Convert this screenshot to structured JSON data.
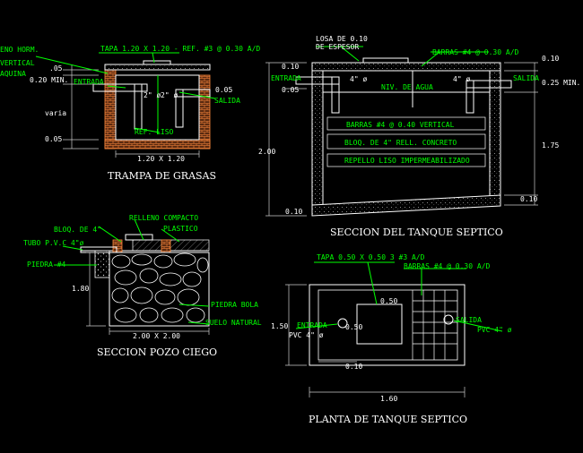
{
  "trampa": {
    "title": "TRAMPA DE GRASAS",
    "tapa": "TAPA 1.20 X 1.20 - REF. #3 @ 0.30 A/D",
    "relleno_1": "ENO HORM.",
    "relleno_2": "VERTICAL",
    "relleno_3": "AQUINA",
    "entrada": "ENTRADA",
    "salida": "SALIDA",
    "d05": ".05",
    "d020": "0.20 MIN.",
    "varia": "varia",
    "d005b": "0.05",
    "d005r": "0.05",
    "tubo1": "2\" ø",
    "tubo2": "2\" ø",
    "ref_liso": "REF. LISO",
    "ancho": "1.20 X 1.20"
  },
  "tanque": {
    "title": "SECCION DEL TANQUE SEPTICO",
    "losa_1": "LOSA DE 0.10",
    "losa_2": "DE ESPESOR",
    "barras_top": "BARRAS #4 @ 0.30 A/D",
    "entrada": "ENTRADA",
    "salida": "SALIDA",
    "tubo_in": "4\" ø",
    "tubo_out": "4\" ø",
    "niv": "NIV. DE AGUA",
    "barras_v": "BARRAS #4 @ 0.40 VERTICAL",
    "bloq": "BLOQ. DE 4\" RELL. CONCRETO",
    "repello": "REPELLO LISO IMPERMEABILIZADO",
    "d010a": "0.10",
    "d005": "0.05",
    "d200": "2.00",
    "d010b": "0.10",
    "d010c": "0.10",
    "d025": "0.25 MIN.",
    "d175": "1.75",
    "d010d": "0.10"
  },
  "pozo": {
    "title": "SECCION POZO CIEGO",
    "relleno": "RELLENO COMPACTO",
    "bloq": "BLOQ. DE 4\"",
    "plastico": "PLASTICO",
    "tubo": "TUBO P.V.C 4\"ø",
    "piedra4": "PIEDRA #4",
    "d180": "1.80",
    "piedra_bola": "PIEDRA BOLA",
    "suelo": "SUELO NATURAL",
    "dim": "2.00 X 2.00"
  },
  "planta": {
    "title": "PLANTA DE TANQUE SEPTICO",
    "tapa": "TAPA 0.50 X 0.50 3 #3  A/D",
    "barras": "BARRAS #4 @ 0.30 A/D",
    "entrada": "ENTRADA",
    "salida": "SALIDA",
    "pvc_in": "PVC 4\" ø",
    "pvc_out": "PVC 4\" ø",
    "d050a": "0.50",
    "d050b": "0.50",
    "d010": "0.10",
    "d150": "1.50",
    "d160": "1.60"
  }
}
